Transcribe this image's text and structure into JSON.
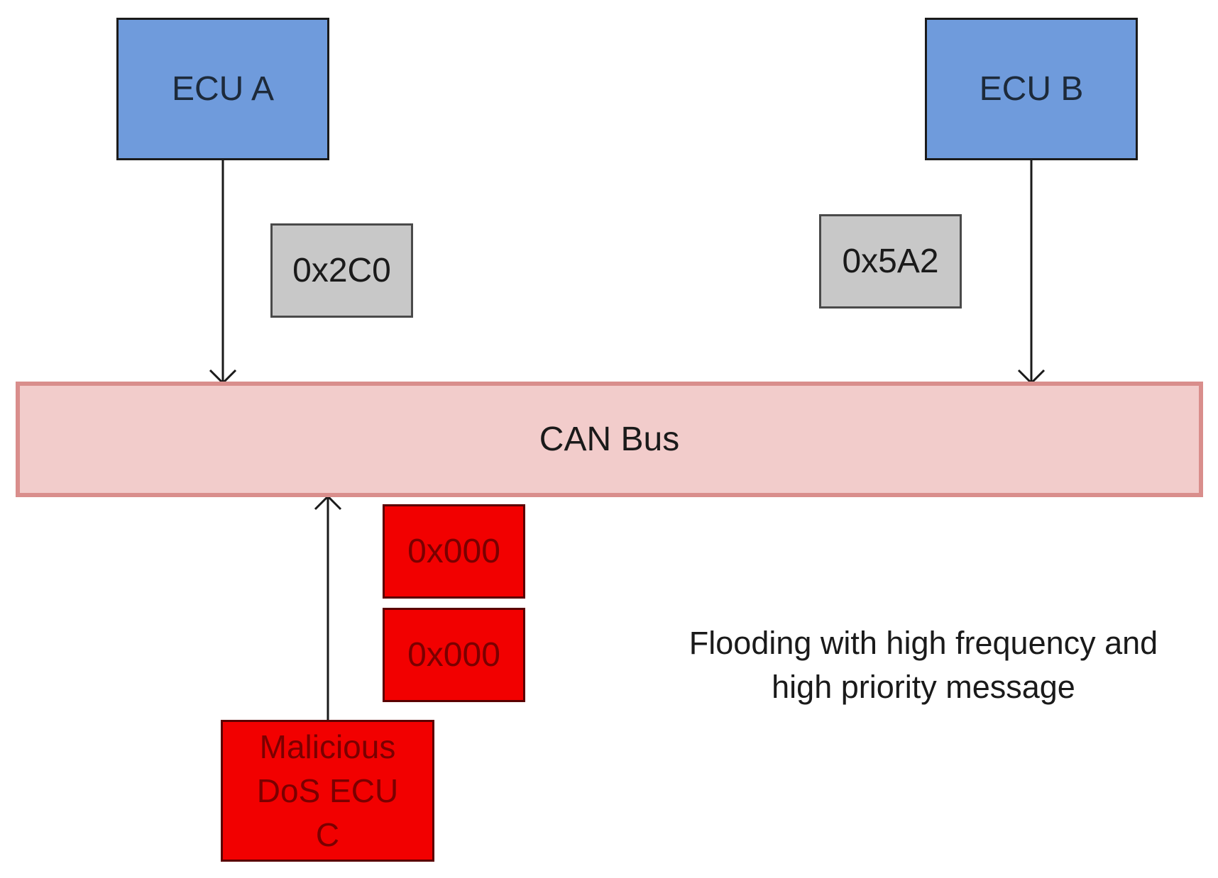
{
  "nodes": {
    "ecu_a": "ECU A",
    "ecu_b": "ECU B",
    "bus": "CAN Bus",
    "malicious_ecu": "Malicious\nDoS ECU\nC"
  },
  "messages": {
    "ecu_a_id": "0x2C0",
    "ecu_b_id": "0x5A2",
    "dos_id_1": "0x000",
    "dos_id_2": "0x000"
  },
  "annotation": {
    "line1": "Flooding with high frequency and",
    "line2": "high priority message"
  },
  "colors": {
    "ecu_fill": "#6f9bdc",
    "message_fill": "#c8c8c8",
    "attack_fill": "#f20000",
    "bus_fill": "#f2cccb",
    "bus_border": "#d98e8c"
  }
}
